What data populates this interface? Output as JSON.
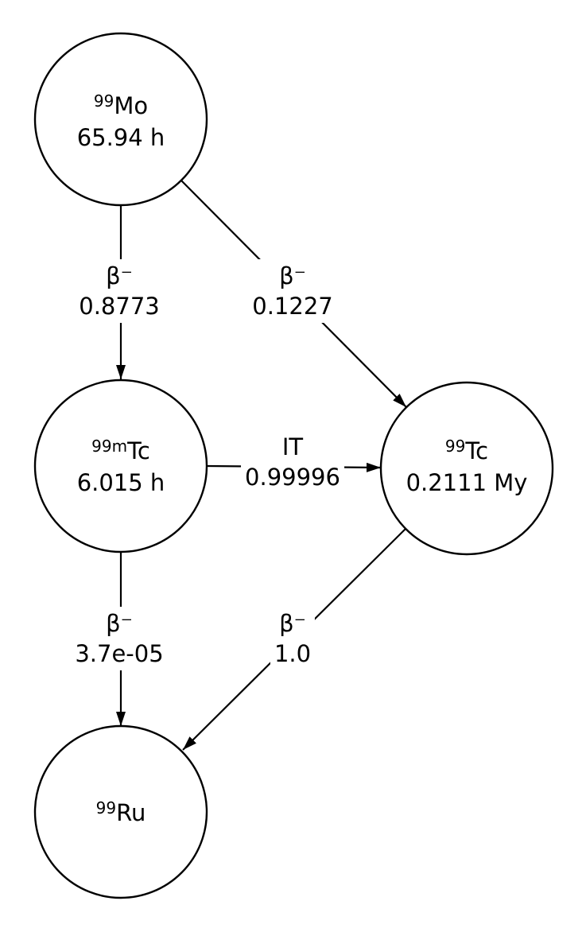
{
  "diagram": {
    "title": "",
    "kind": "radioactive-decay-chain",
    "background_color": "#ffffff",
    "stroke_color": "#000000",
    "nodes": [
      {
        "id": "Mo99",
        "mass": "99",
        "symbol": "Mo",
        "half_life": "65.94 h"
      },
      {
        "id": "Tc99m",
        "mass": "99m",
        "symbol": "Tc",
        "half_life": "6.015 h"
      },
      {
        "id": "Tc99",
        "mass": "99",
        "symbol": "Tc",
        "half_life": "0.2111 My"
      },
      {
        "id": "Ru99",
        "mass": "99",
        "symbol": "Ru",
        "half_life": ""
      }
    ],
    "edges": [
      {
        "from": "Mo99",
        "to": "Tc99m",
        "mode": "β⁻",
        "branching": "0.8773"
      },
      {
        "from": "Mo99",
        "to": "Tc99",
        "mode": "β⁻",
        "branching": "0.1227"
      },
      {
        "from": "Tc99m",
        "to": "Tc99",
        "mode": "IT",
        "branching": "0.99996"
      },
      {
        "from": "Tc99m",
        "to": "Ru99",
        "mode": "β⁻",
        "branching": "3.7e-05"
      },
      {
        "from": "Tc99",
        "to": "Ru99",
        "mode": "β⁻",
        "branching": "1.0"
      }
    ]
  }
}
